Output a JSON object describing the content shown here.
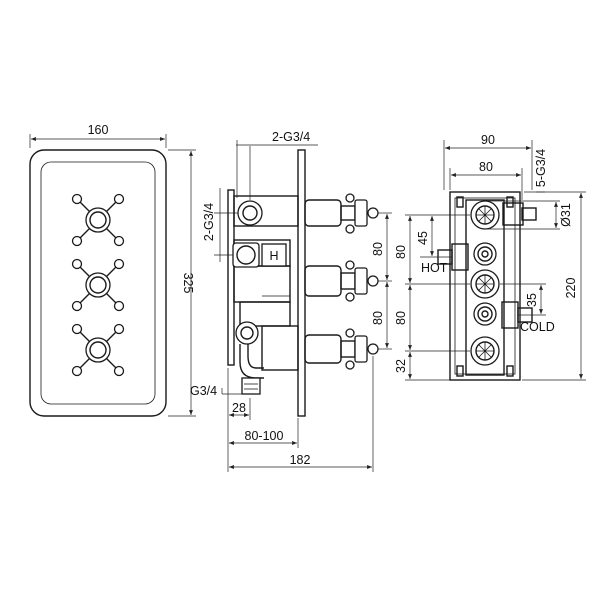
{
  "front_view": {
    "width_label": "160",
    "height_label": "325"
  },
  "side_view": {
    "top_connection_label": "2-G3/4",
    "left_connection_label": "2-G3/4",
    "spacing_upper_label": "80",
    "spacing_lower_label": "80",
    "bottom_connection_label": "G3/4",
    "offset_label": "28",
    "depth_range_label": "80-100",
    "overall_depth_label": "182",
    "marker_letter": "H"
  },
  "rear_view": {
    "outer_width_label": "90",
    "inner_width_label": "80",
    "outlets_label": "5-G3/4",
    "diameter_label": "Ø31",
    "upper_offset_label": "45",
    "upper_spacing_label": "80",
    "hot_label": "HOT",
    "inlet_spacing_label": "35",
    "lower_spacing_label": "80",
    "cold_label": "COLD",
    "bottom_offset_label": "32",
    "overall_height_label": "220"
  }
}
